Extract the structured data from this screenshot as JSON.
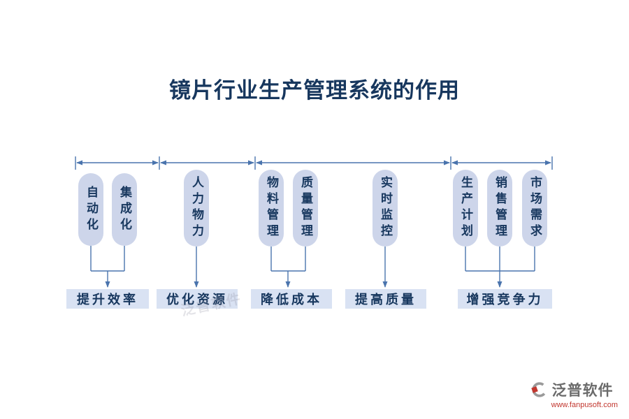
{
  "title": "镜片行业生产管理系统的作用",
  "groups": [
    {
      "factors": [
        "自动化",
        "集成化"
      ],
      "result": "提升效率"
    },
    {
      "factors": [
        "人力物力"
      ],
      "result": "优化资源"
    },
    {
      "factors": [
        "物料管理",
        "质量管理"
      ],
      "result": "降低成本"
    },
    {
      "factors": [
        "实时监控"
      ],
      "result": "提高质量"
    },
    {
      "factors": [
        "生产计划",
        "销售管理",
        "市场需求"
      ],
      "result": "增强竞争力"
    }
  ],
  "watermark": "泛普软件",
  "brand": {
    "name": "泛普软件",
    "url": "www.fanpusoft.com"
  },
  "colors": {
    "title_text": "#17375E",
    "line": "#4a74ad",
    "factor_fill": "#cdd5ea",
    "result_fill": "#d9e2f3",
    "brand_gray": "#6b6b6b",
    "brand_red": "#c2372f"
  }
}
